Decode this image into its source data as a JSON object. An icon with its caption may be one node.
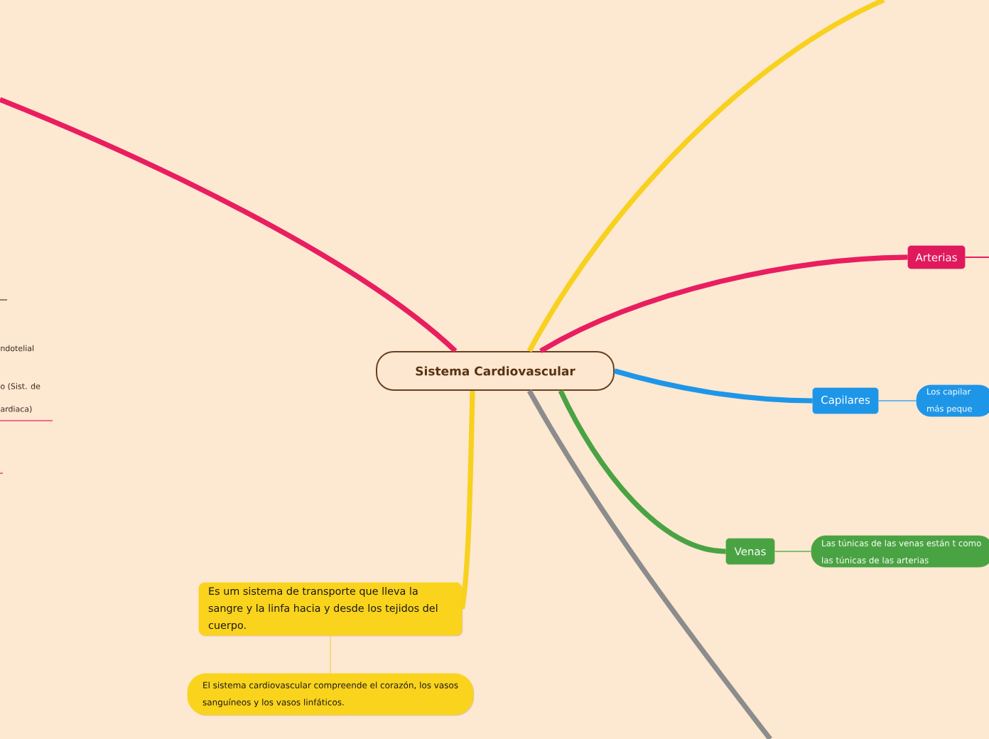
{
  "diagram": {
    "nodes": [
      {
        "text": [
          "Sistema Cardiovascular"
        ]
      },
      {
        "text": [
          "Arterias"
        ]
      },
      {
        "text": [
          "Capilares"
        ]
      },
      {
        "text": [
          "Los capilar más peque"
        ]
      },
      {
        "text": [
          "Venas"
        ]
      },
      {
        "text": [
          "Las túnicas de las venas están t como las túnicas de las arterias"
        ]
      },
      {
        "text": [
          "Es um sistema de transporte que lleva la sangre y la linfa hacia y desde los tejidos del cuerpo."
        ]
      },
      {
        "text": [
          "El sistema cardiovascular compreende el corazón, los vasos sanguíneos y los vasos linfáticos."
        ]
      }
    ],
    "edges": [
      {
        "from": 0,
        "to": 1,
        "arrow": "none",
        "color": "#e91e5f"
      },
      {
        "from": 1,
        "to": null,
        "arrow": "none",
        "color": "#e91e5f"
      },
      {
        "from": 0,
        "to": null,
        "arrow": "none",
        "color": "#e91e5f"
      },
      {
        "from": 0,
        "to": null,
        "arrow": "none",
        "color": "#f7d11e"
      },
      {
        "from": 0,
        "to": 2,
        "arrow": "none",
        "color": "#1e96e8"
      },
      {
        "from": 2,
        "to": 3,
        "arrow": "none",
        "color": "#6fb6e8"
      },
      {
        "from": 0,
        "to": 4,
        "arrow": "none",
        "color": "#4aa343"
      },
      {
        "from": 4,
        "to": 5,
        "arrow": "none",
        "color": "#7fc06f"
      },
      {
        "from": 0,
        "to": null,
        "arrow": "none",
        "color": "#8c8c8c"
      },
      {
        "from": 0,
        "to": 6,
        "arrow": "none",
        "color": "#f7d11e"
      },
      {
        "from": 6,
        "to": 7,
        "arrow": "none",
        "color": "#f7d97a"
      }
    ],
    "labels": [
      "ndotelial",
      "o (Sist. de",
      "ardiaca)"
    ]
  }
}
